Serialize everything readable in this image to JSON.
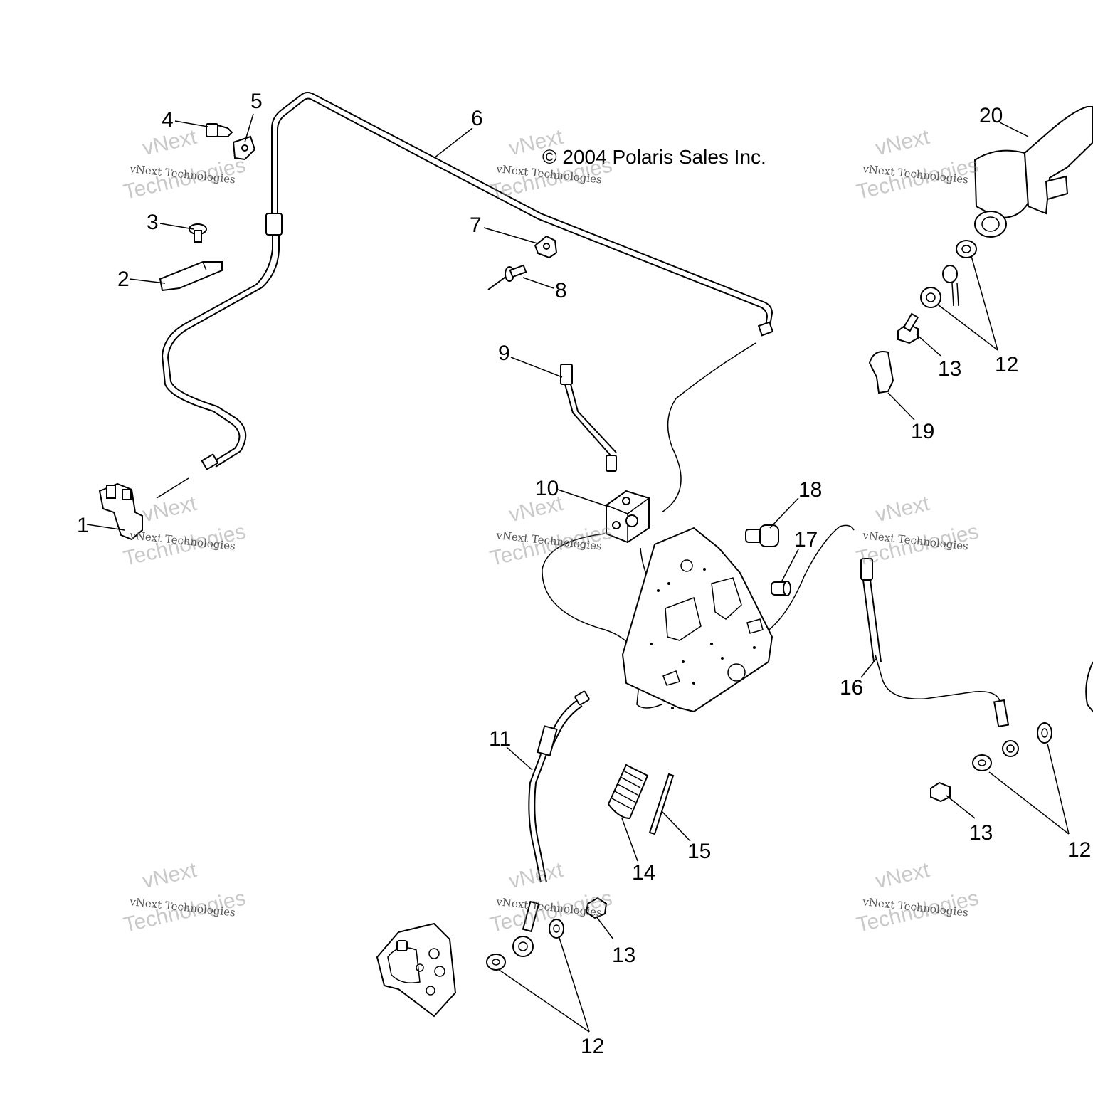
{
  "copyright": "© 2004 Polaris Sales Inc.",
  "watermark": {
    "line1": "vNext Technologies",
    "line2": "vNext",
    "line3": "Technologies"
  },
  "callouts": [
    {
      "id": "1",
      "text": "1"
    },
    {
      "id": "2",
      "text": "2"
    },
    {
      "id": "3",
      "text": "3"
    },
    {
      "id": "4",
      "text": "4"
    },
    {
      "id": "5",
      "text": "5"
    },
    {
      "id": "6",
      "text": "6"
    },
    {
      "id": "7",
      "text": "7"
    },
    {
      "id": "8",
      "text": "8"
    },
    {
      "id": "9",
      "text": "9"
    },
    {
      "id": "10",
      "text": "10"
    },
    {
      "id": "11",
      "text": "11"
    },
    {
      "id": "12a",
      "text": "12"
    },
    {
      "id": "12b",
      "text": "12"
    },
    {
      "id": "12c",
      "text": "12"
    },
    {
      "id": "13a",
      "text": "13"
    },
    {
      "id": "13b",
      "text": "13"
    },
    {
      "id": "13c",
      "text": "13"
    },
    {
      "id": "14",
      "text": "14"
    },
    {
      "id": "15",
      "text": "15"
    },
    {
      "id": "16",
      "text": "16"
    },
    {
      "id": "17",
      "text": "17"
    },
    {
      "id": "18",
      "text": "18"
    },
    {
      "id": "19",
      "text": "19"
    },
    {
      "id": "20",
      "text": "20"
    }
  ]
}
